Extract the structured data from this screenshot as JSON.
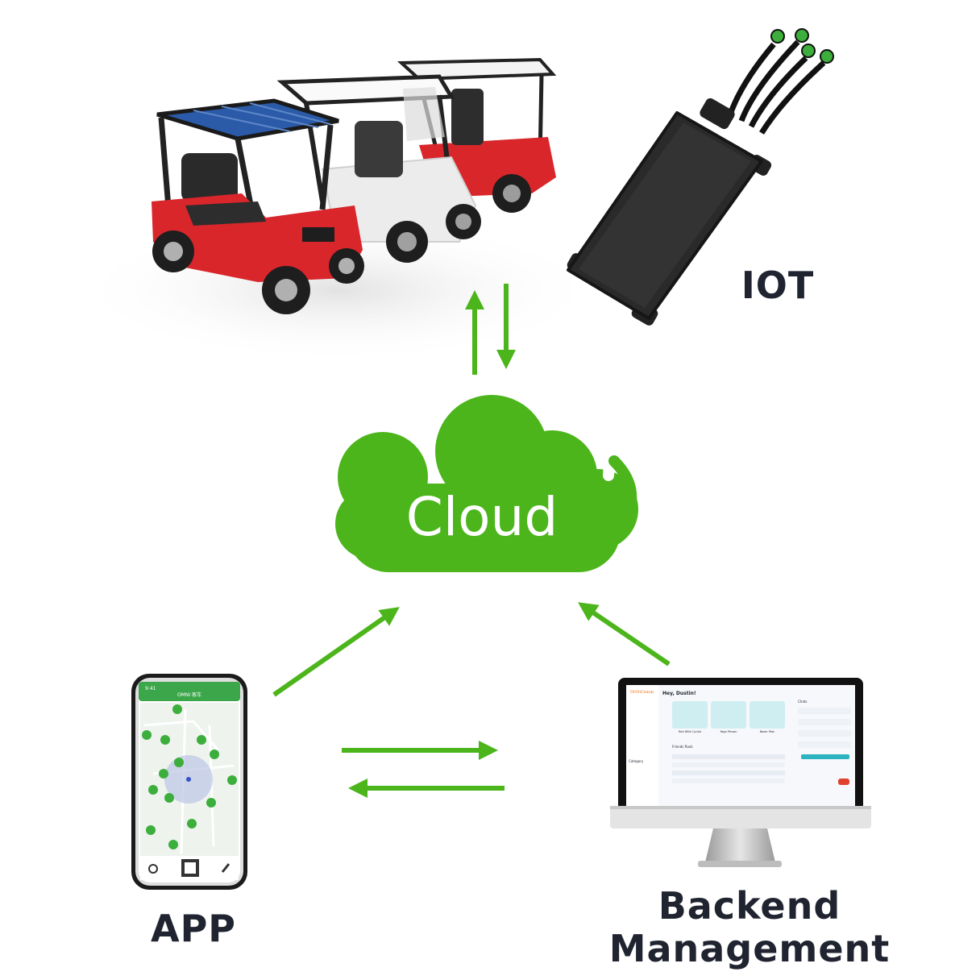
{
  "nodes": {
    "iot": {
      "label": "IOT"
    },
    "cloud": {
      "label": "Cloud"
    },
    "app": {
      "label": "APP"
    },
    "backend": {
      "label": "Backend Management"
    }
  },
  "phone_screen": {
    "time": "9:41",
    "title": "OMNI 客车"
  },
  "monitor_screen": {
    "app_name": "OnlinCoaup",
    "greeting": "Hey, Dustin!",
    "cards": [
      "Red Wild Cyclist",
      "Yoga Person",
      "Boxer Man"
    ],
    "section": "Friends Rank",
    "category": "Category",
    "chats": "Chats"
  },
  "colors": {
    "accent_green": "#4cb51b",
    "text_dark": "#1f2430"
  }
}
